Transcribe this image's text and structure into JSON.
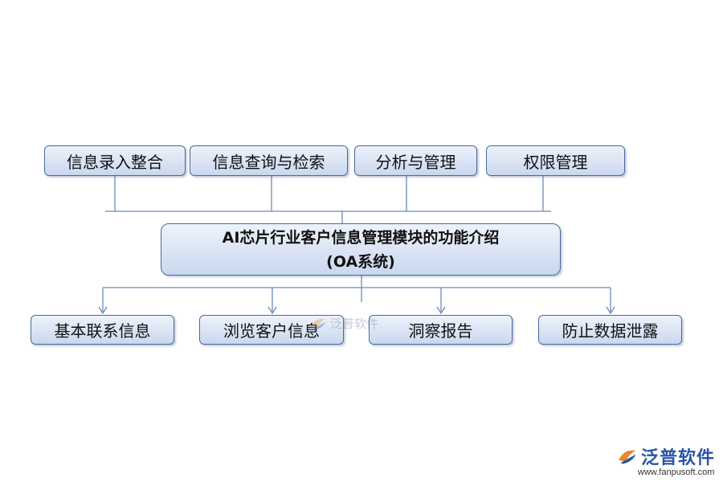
{
  "diagram": {
    "top_nodes": [
      "信息录入整合",
      "信息查询与检索",
      "分析与管理",
      "权限管理"
    ],
    "center_node": {
      "line1": "AI芯片行业客户信息管理模块的功能介绍",
      "line2": "(OA系统)"
    },
    "bottom_nodes": [
      "基本联系信息",
      "浏览客户信息",
      "洞察报告",
      "防止数据泄露"
    ]
  },
  "watermark": {
    "center_text": "泛普软件",
    "brand_name": "泛普软件",
    "brand_url": "www.fanpusoft.com"
  },
  "colors": {
    "box_border": "#4a6a9e",
    "box_fill_top": "#eef3fb",
    "box_fill_bottom": "#c9d7ee",
    "connector": "#6f87b8",
    "brand_blue": "#2a55a8",
    "brand_orange": "#e8882a"
  },
  "icons": {
    "arrow": "arrow-down-icon",
    "logo": "fanpu-logo-icon"
  }
}
